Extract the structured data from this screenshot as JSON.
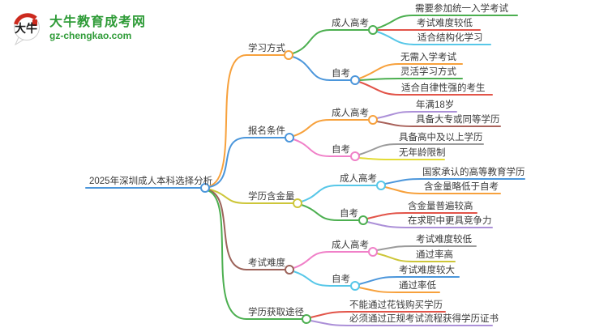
{
  "logo": {
    "icon_text": "大牛",
    "site_name": "大牛教育成考网",
    "site_url": "gz-chengkao.com",
    "brand_color": "#2E9B37",
    "icon_accent_red": "#CC2A1E"
  },
  "colors": {
    "background": "#FFFFFF",
    "text": "#3A3A3A"
  },
  "mindmap": {
    "root": {
      "label": "2025年深圳成人本科选择分析",
      "color": "#4B96DB"
    },
    "branches": [
      {
        "label": "学习方式",
        "color": "#F7A13C",
        "children": [
          {
            "label": "成人高考",
            "color": "#4CAF50",
            "leaves": [
              {
                "label": "需要参加统一入学考试",
                "color": "#4CAF50"
              },
              {
                "label": "考试难度较低",
                "color": "#E25449"
              },
              {
                "label": "适合结构化学习",
                "color": "#57C7E8"
              }
            ]
          },
          {
            "label": "自考",
            "color": "#4B96DB",
            "leaves": [
              {
                "label": "无需入学考试",
                "color": "#F7A13C"
              },
              {
                "label": "灵活学习方式",
                "color": "#4CAF50"
              },
              {
                "label": "适合自律性强的考生",
                "color": "#E25449"
              }
            ]
          }
        ]
      },
      {
        "label": "报名条件",
        "color": "#4B96DB",
        "children": [
          {
            "label": "成人高考",
            "color": "#F7A13C",
            "leaves": [
              {
                "label": "年满18岁",
                "color": "#AC90D8"
              },
              {
                "label": "具备大专或同等学历",
                "color": "#A9625B"
              }
            ]
          },
          {
            "label": "自考",
            "color": "#F080C8",
            "leaves": [
              {
                "label": "具备高中及以上学历",
                "color": "#9B9B9B"
              },
              {
                "label": "无年龄限制",
                "color": "#E3DC35"
              }
            ]
          }
        ]
      },
      {
        "label": "学历含金量",
        "color": "#CDC639",
        "children": [
          {
            "label": "成人高考",
            "color": "#57C7E8",
            "leaves": [
              {
                "label": "国家承认的高等教育学历",
                "color": "#4B96DB"
              },
              {
                "label": "含金量略低于自考",
                "color": "#F7A13C"
              }
            ]
          },
          {
            "label": "自考",
            "color": "#4CAF50",
            "leaves": [
              {
                "label": "含金量普遍较高",
                "color": "#E25449"
              },
              {
                "label": "在求职中更具竞争力",
                "color": "#AC90D8"
              }
            ]
          }
        ]
      },
      {
        "label": "考试难度",
        "color": "#9C635A",
        "children": [
          {
            "label": "成人高考",
            "color": "#F080C8",
            "leaves": [
              {
                "label": "考试难度较低",
                "color": "#9B9B9B"
              },
              {
                "label": "通过率高",
                "color": "#CDC639"
              }
            ]
          },
          {
            "label": "自考",
            "color": "#57C7E8",
            "leaves": [
              {
                "label": "考试难度较大",
                "color": "#4B96DB"
              },
              {
                "label": "通过率低",
                "color": "#F7A13C"
              }
            ]
          }
        ]
      },
      {
        "label": "学历获取途径",
        "color": "#4CAF50",
        "leaves": [
          {
            "label": "不能通过花钱购买学历",
            "color": "#E25449"
          },
          {
            "label": "必须通过正规考试流程获得学历证书",
            "color": "#AC90D8"
          }
        ]
      }
    ]
  }
}
